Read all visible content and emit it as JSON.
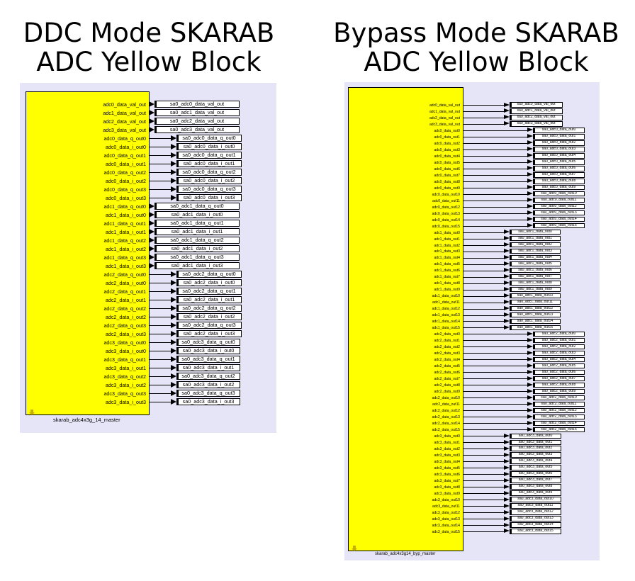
{
  "titles": {
    "ddc": [
      "DDC Mode SKARAB",
      "ADC Yellow Block"
    ],
    "bypass": [
      "Bypass Mode SKARAB",
      "ADC Yellow Block"
    ]
  },
  "colors": {
    "block": "#ffff00",
    "panel": "#e5e5f7",
    "wire": "#000000"
  },
  "ddc_block": {
    "name": "skarab_adc4x3g_14_master",
    "ports": [
      {
        "port": "adc0_data_val_out",
        "tag": "sa0_adc0_data_val_out"
      },
      {
        "port": "adc1_data_val_out",
        "tag": "sa0_adc1_data_val_out"
      },
      {
        "port": "adc2_data_val_out",
        "tag": "sa0_adc2_data_val_out"
      },
      {
        "port": "adc3_data_val_out",
        "tag": "sa0_adc3_data_val_out"
      },
      {
        "port": "adc0_data_q_out0",
        "tag": "sa0_adc0_data_q_out0"
      },
      {
        "port": "adc0_data_i_out0",
        "tag": "sa0_adc0_data_i_out0"
      },
      {
        "port": "adc0_data_q_out1",
        "tag": "sa0_adc0_data_q_out1"
      },
      {
        "port": "adc0_data_i_out1",
        "tag": "sa0_adc0_data_i_out1"
      },
      {
        "port": "adc0_data_q_out2",
        "tag": "sa0_adc0_data_q_out2"
      },
      {
        "port": "adc0_data_i_out2",
        "tag": "sa0_adc0_data_i_out2"
      },
      {
        "port": "adc0_data_q_out3",
        "tag": "sa0_adc0_data_q_out3"
      },
      {
        "port": "adc0_data_i_out3",
        "tag": "sa0_adc0_data_i_out3"
      },
      {
        "port": "adc1_data_q_out0",
        "tag": "sa0_adc1_data_q_out0"
      },
      {
        "port": "adc1_data_i_out0",
        "tag": "sa0_adc1_data_i_out0"
      },
      {
        "port": "adc1_data_q_out1",
        "tag": "sa0_adc1_data_q_out1"
      },
      {
        "port": "adc1_data_i_out1",
        "tag": "sa0_adc1_data_i_out1"
      },
      {
        "port": "adc1_data_q_out2",
        "tag": "sa0_adc1_data_q_out2"
      },
      {
        "port": "adc1_data_i_out2",
        "tag": "sa0_adc1_data_i_out2"
      },
      {
        "port": "adc1_data_q_out3",
        "tag": "sa0_adc1_data_q_out3"
      },
      {
        "port": "adc1_data_i_out3",
        "tag": "sa0_adc1_data_i_out3"
      },
      {
        "port": "adc2_data_q_out0",
        "tag": "sa0_adc2_data_q_out0"
      },
      {
        "port": "adc2_data_i_out0",
        "tag": "sa0_adc2_data_i_out0"
      },
      {
        "port": "adc2_data_q_out1",
        "tag": "sa0_adc2_data_q_out1"
      },
      {
        "port": "adc2_data_i_out1",
        "tag": "sa0_adc2_data_i_out1"
      },
      {
        "port": "adc2_data_q_out2",
        "tag": "sa0_adc2_data_q_out2"
      },
      {
        "port": "adc2_data_i_out2",
        "tag": "sa0_adc2_data_i_out2"
      },
      {
        "port": "adc2_data_q_out3",
        "tag": "sa0_adc2_data_q_out3"
      },
      {
        "port": "adc2_data_i_out3",
        "tag": "sa0_adc2_data_i_out3"
      },
      {
        "port": "adc3_data_q_out0",
        "tag": "sa0_adc3_data_q_out0"
      },
      {
        "port": "adc3_data_i_out0",
        "tag": "sa0_adc3_data_i_out0"
      },
      {
        "port": "adc3_data_q_out1",
        "tag": "sa0_adc3_data_q_out1"
      },
      {
        "port": "adc3_data_i_out1",
        "tag": "sa0_adc3_data_i_out1"
      },
      {
        "port": "adc3_data_q_out2",
        "tag": "sa0_adc3_data_q_out2"
      },
      {
        "port": "adc3_data_i_out2",
        "tag": "sa0_adc3_data_i_out2"
      },
      {
        "port": "adc3_data_q_out3",
        "tag": "sa0_adc3_data_q_out3"
      },
      {
        "port": "adc3_data_i_out3",
        "tag": "sa0_adc3_data_i_out3"
      }
    ]
  },
  "bypass_block": {
    "name": "skarab_adc4x3g14_byp_master",
    "ports": [
      {
        "port": "adc0_data_val_out",
        "tag": "sa0_adc0_data_val_out"
      },
      {
        "port": "adc1_data_val_out",
        "tag": "sa0_adc1_data_val_out"
      },
      {
        "port": "adc2_data_val_out",
        "tag": "sa0_adc2_data_val_out"
      },
      {
        "port": "adc3_data_val_out",
        "tag": "sa0_adc3_data_val_out"
      },
      {
        "port": "adc0_data_out0",
        "tag": "sa0_adc0_data_out0"
      },
      {
        "port": "adc0_data_out1",
        "tag": "sa0_adc0_data_out1"
      },
      {
        "port": "adc0_data_out2",
        "tag": "sa0_adc0_data_out2"
      },
      {
        "port": "adc0_data_out3",
        "tag": "sa0_adc0_data_out3"
      },
      {
        "port": "adc0_data_out4",
        "tag": "sa0_adc0_data_out4"
      },
      {
        "port": "adc0_data_out5",
        "tag": "sa0_adc0_data_out5"
      },
      {
        "port": "adc0_data_out6",
        "tag": "sa0_adc0_data_out6"
      },
      {
        "port": "adc0_data_out7",
        "tag": "sa0_adc0_data_out7"
      },
      {
        "port": "adc0_data_out8",
        "tag": "sa0_adc0_data_out8"
      },
      {
        "port": "adc0_data_out9",
        "tag": "sa0_adc0_data_out9"
      },
      {
        "port": "adc0_data_out10",
        "tag": "sa0_adc0_data_out10"
      },
      {
        "port": "adc0_data_out11",
        "tag": "sa0_adc0_data_out11"
      },
      {
        "port": "adc0_data_out12",
        "tag": "sa0_adc0_data_out12"
      },
      {
        "port": "adc0_data_out13",
        "tag": "sa0_adc0_data_out13"
      },
      {
        "port": "adc0_data_out14",
        "tag": "sa0_adc0_data_out14"
      },
      {
        "port": "adc0_data_out15",
        "tag": "sa0_adc0_data_out15"
      },
      {
        "port": "adc1_data_out0",
        "tag": "sa0_adc1_data_out0"
      },
      {
        "port": "adc1_data_out1",
        "tag": "sa0_adc1_data_out1"
      },
      {
        "port": "adc1_data_out2",
        "tag": "sa0_adc1_data_out2"
      },
      {
        "port": "adc1_data_out3",
        "tag": "sa0_adc1_data_out3"
      },
      {
        "port": "adc1_data_out4",
        "tag": "sa0_adc1_data_out4"
      },
      {
        "port": "adc1_data_out5",
        "tag": "sa0_adc1_data_out5"
      },
      {
        "port": "adc1_data_out6",
        "tag": "sa0_adc1_data_out6"
      },
      {
        "port": "adc1_data_out7",
        "tag": "sa0_adc1_data_out7"
      },
      {
        "port": "adc1_data_out8",
        "tag": "sa0_adc1_data_out8"
      },
      {
        "port": "adc1_data_out9",
        "tag": "sa0_adc1_data_out9"
      },
      {
        "port": "adc1_data_out10",
        "tag": "sa0_adc1_data_out10"
      },
      {
        "port": "adc1_data_out11",
        "tag": "sa0_adc1_data_out11"
      },
      {
        "port": "adc1_data_out12",
        "tag": "sa0_adc1_data_out12"
      },
      {
        "port": "adc1_data_out13",
        "tag": "sa0_adc1_data_out13"
      },
      {
        "port": "adc1_data_out14",
        "tag": "sa0_adc1_data_out14"
      },
      {
        "port": "adc1_data_out15",
        "tag": "sa0_adc1_data_out15"
      },
      {
        "port": "adc2_data_out0",
        "tag": "sa0_adc2_data_out0"
      },
      {
        "port": "adc2_data_out1",
        "tag": "sa0_adc2_data_out1"
      },
      {
        "port": "adc2_data_out2",
        "tag": "sa0_adc2_data_out2"
      },
      {
        "port": "adc2_data_out3",
        "tag": "sa0_adc2_data_out3"
      },
      {
        "port": "adc2_data_out4",
        "tag": "sa0_adc2_data_out4"
      },
      {
        "port": "adc2_data_out5",
        "tag": "sa0_adc2_data_out5"
      },
      {
        "port": "adc2_data_out6",
        "tag": "sa0_adc2_data_out6"
      },
      {
        "port": "adc2_data_out7",
        "tag": "sa0_adc2_data_out7"
      },
      {
        "port": "adc2_data_out8",
        "tag": "sa0_adc2_data_out8"
      },
      {
        "port": "adc2_data_out9",
        "tag": "sa0_adc2_data_out9"
      },
      {
        "port": "adc2_data_out10",
        "tag": "sa0_adc2_data_out10"
      },
      {
        "port": "adc2_data_out11",
        "tag": "sa0_adc2_data_out11"
      },
      {
        "port": "adc2_data_out12",
        "tag": "sa0_adc2_data_out12"
      },
      {
        "port": "adc2_data_out13",
        "tag": "sa0_adc2_data_out13"
      },
      {
        "port": "adc2_data_out14",
        "tag": "sa0_adc2_data_out14"
      },
      {
        "port": "adc2_data_out15",
        "tag": "sa0_adc2_data_out15"
      },
      {
        "port": "adc3_data_out0",
        "tag": "sa0_adc3_data_out0"
      },
      {
        "port": "adc3_data_out1",
        "tag": "sa0_adc3_data_out1"
      },
      {
        "port": "adc3_data_out2",
        "tag": "sa0_adc3_data_out2"
      },
      {
        "port": "adc3_data_out3",
        "tag": "sa0_adc3_data_out3"
      },
      {
        "port": "adc3_data_out4",
        "tag": "sa0_adc3_data_out4"
      },
      {
        "port": "adc3_data_out5",
        "tag": "sa0_adc3_data_out5"
      },
      {
        "port": "adc3_data_out6",
        "tag": "sa0_adc3_data_out6"
      },
      {
        "port": "adc3_data_out7",
        "tag": "sa0_adc3_data_out7"
      },
      {
        "port": "adc3_data_out8",
        "tag": "sa0_adc3_data_out8"
      },
      {
        "port": "adc3_data_out9",
        "tag": "sa0_adc3_data_out9"
      },
      {
        "port": "adc3_data_out10",
        "tag": "sa0_adc3_data_out10"
      },
      {
        "port": "adc3_data_out11",
        "tag": "sa0_adc3_data_out11"
      },
      {
        "port": "adc3_data_out12",
        "tag": "sa0_adc3_data_out12"
      },
      {
        "port": "adc3_data_out13",
        "tag": "sa0_adc3_data_out13"
      },
      {
        "port": "adc3_data_out14",
        "tag": "sa0_adc3_data_out14"
      },
      {
        "port": "adc3_data_out15",
        "tag": "sa0_adc3_data_out15"
      }
    ]
  }
}
